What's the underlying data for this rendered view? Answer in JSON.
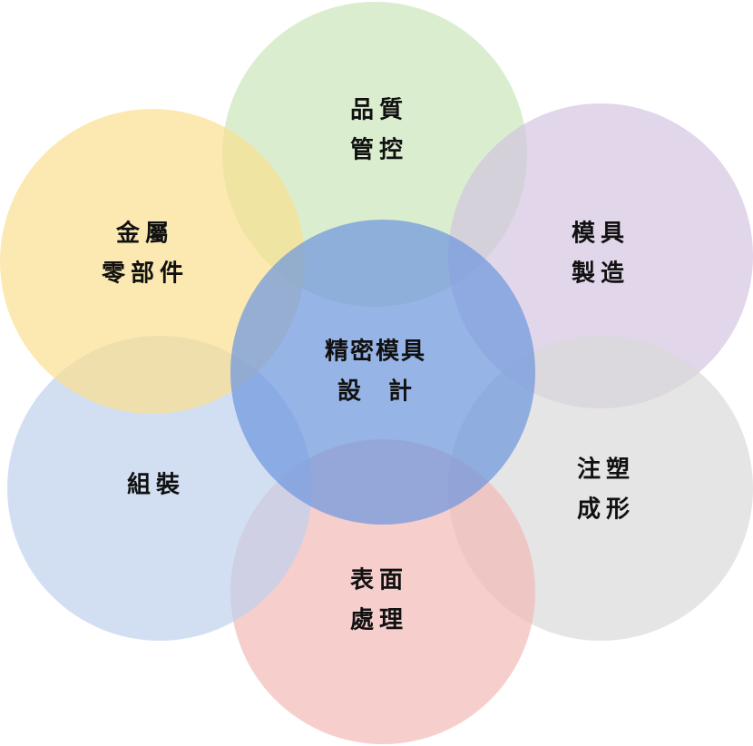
{
  "diagram": {
    "center": {
      "lines": [
        "精密模具",
        "設　計"
      ],
      "color": "#6f97de"
    },
    "petals": [
      {
        "id": "quality",
        "lines": [
          "品質",
          "管控"
        ],
        "color": "#c9e6b8"
      },
      {
        "id": "mold",
        "lines": [
          "模具",
          "製造"
        ],
        "color": "#d3c2e0"
      },
      {
        "id": "injection",
        "lines": [
          "注塑",
          "成形"
        ],
        "color": "#d8d8d8"
      },
      {
        "id": "surface",
        "lines": [
          "表面",
          "處理"
        ],
        "color": "#f2b8b6"
      },
      {
        "id": "assembly",
        "lines": [
          "組裝"
        ],
        "color": "#bcd0ee"
      },
      {
        "id": "metal",
        "lines": [
          "金屬",
          "零部件"
        ],
        "color": "#fbde8c"
      }
    ]
  }
}
